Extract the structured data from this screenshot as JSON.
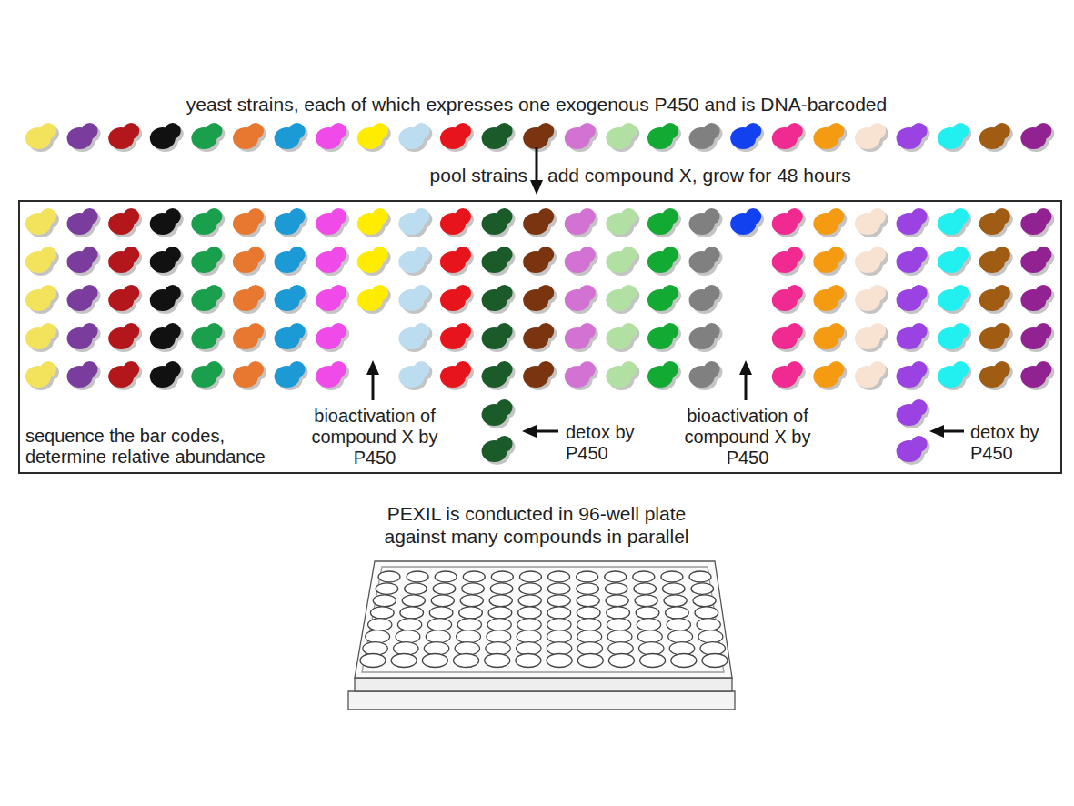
{
  "diagram": {
    "caption": "PEXIL is conducted in 96-well plate against many compounds in parallel",
    "nodes": [
      {
        "text": [
          "sequence the bar codes, determine relative abundance",
          "bioactivation of compound X by P450",
          "detox by P450",
          "bioactivation of compound X by P450",
          "detox by P450"
        ]
      }
    ],
    "labels": [
      "yeast strains, each of which expresses one exogenous P450 and is DNA-barcoded",
      "pool strains",
      "add compound X, grow for 48 hours"
    ]
  }
}
